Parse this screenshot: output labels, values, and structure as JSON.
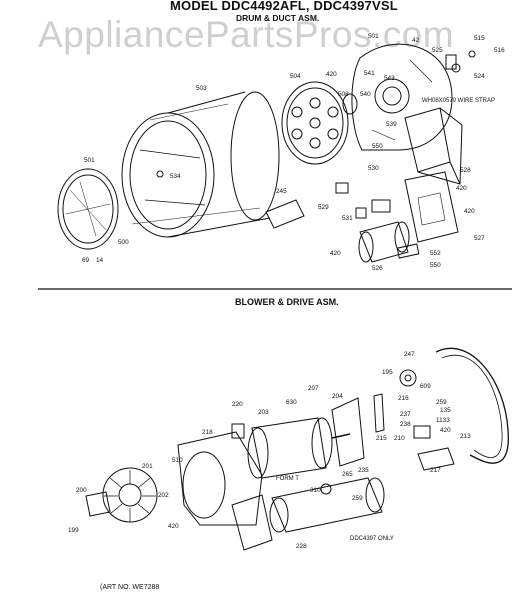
{
  "header": {
    "title": "MODEL DDC4492AFL, DDC4397VSL",
    "subtitle": "DRUM & DUCT ASM."
  },
  "watermark": "AppliancePartsPros.com",
  "section2": {
    "title": "BLOWER & DRIVE ASM."
  },
  "footer": {
    "art_no": "(ART NO. WE7288"
  },
  "notes": {
    "wire_strap": "WH08X0570 WIRE STRAP",
    "form_t": "FORM T",
    "ddc4397_only": "DDC4397 ONLY"
  },
  "labels": {
    "l501": "501",
    "l503": "503",
    "l504": "504",
    "l500": "500",
    "l534": "534",
    "l69": "69",
    "l14": "14",
    "l245": "245",
    "l529": "529",
    "l531": "531",
    "l530": "530",
    "l550a": "550",
    "l420a": "420",
    "l508": "508",
    "l540": "540",
    "l541": "541",
    "l543": "543",
    "l539": "539",
    "l501b": "501",
    "l42": "42",
    "l525": "525",
    "l516": "516",
    "l515": "515",
    "l524": "524",
    "l528": "528",
    "l420b": "420",
    "l420c": "420",
    "l527": "527",
    "l420d": "420",
    "l526": "526",
    "l552": "552",
    "l550b": "550",
    "l200": "200",
    "l199": "199",
    "l201": "201",
    "l202": "202",
    "l420e": "420",
    "l510": "510",
    "l218": "218",
    "l220": "220",
    "l203": "203",
    "l630": "630",
    "l207": "207",
    "l204": "204",
    "l265": "265",
    "l235": "235",
    "l215": "215",
    "l195": "195",
    "l247": "247",
    "l216": "216",
    "l609": "609",
    "l259a": "259",
    "l237": "237",
    "l238": "238",
    "l135": "135",
    "l1133": "1133",
    "l420f": "420",
    "l210": "210",
    "l213": "213",
    "l217": "217",
    "l310": "310",
    "l259b": "259",
    "l228": "228"
  }
}
